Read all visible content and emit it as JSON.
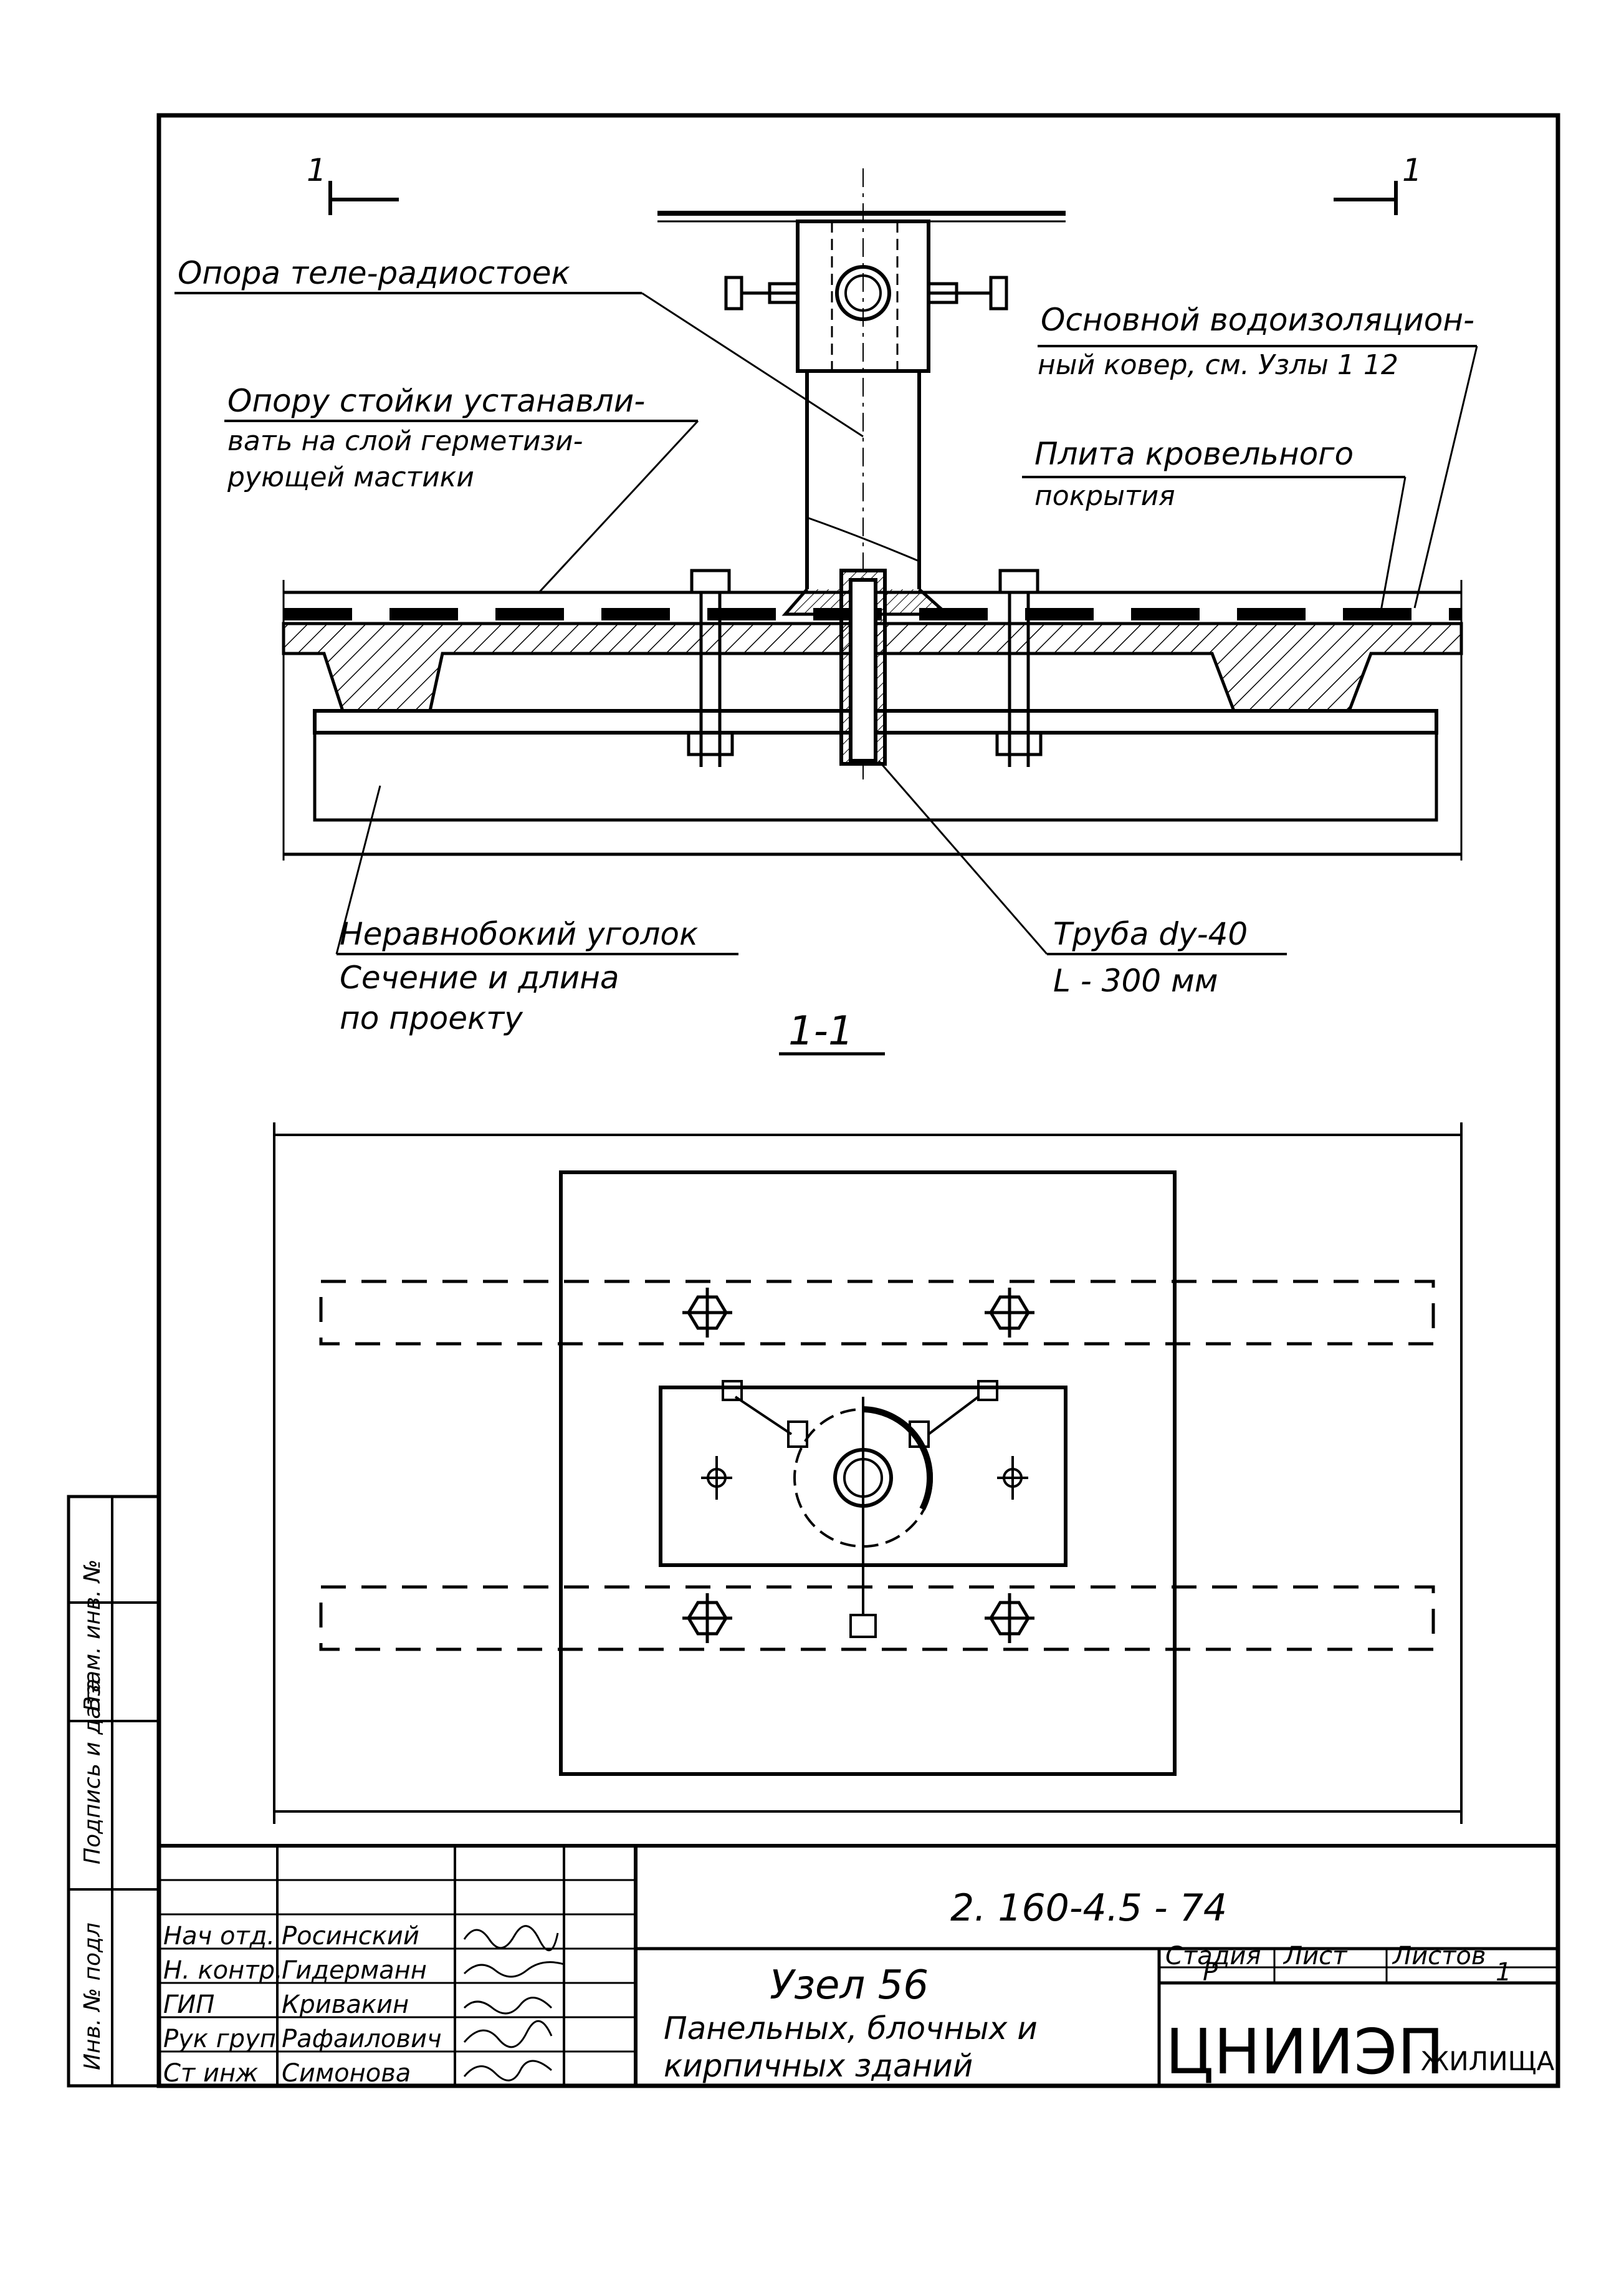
{
  "section_marks": {
    "left": "1",
    "right": "1"
  },
  "section_title": "1-1",
  "labels": {
    "support": "Опора теле-радиостоек",
    "mount_line1": "Опору стойки устанавли-",
    "mount_line2": "вать на слой герметизи-",
    "mount_line3": "рующей мастики",
    "carpet_line1": "Основной водоизоляцион-",
    "carpet_line2": "ный ковер, см. Узлы 1  12",
    "slab_line1": "Плита кровельного",
    "slab_line2": "покрытия",
    "angle_line1": "Неравнобокий уголок",
    "angle_line2": "Сечение и длина",
    "angle_line3": "по проекту",
    "pipe_line1": "Труба dу-40",
    "pipe_line2": "L - 300 мм"
  },
  "side_stamp": {
    "c1": "Инв. № подл",
    "c2": "Подпись и дата",
    "c3": "Взам. инв. №"
  },
  "title_block": {
    "doc_code": "2. 160-4.5  - 74",
    "title_line1": "Узел  56",
    "title_line2": "Панельных,  блочных и",
    "title_line3": "кирпичных  зданий",
    "stage_header": "Стадия",
    "sheet_header": "Лист",
    "sheets_header": "Листов",
    "stage_value": "Р",
    "sheet_value": "",
    "sheets_value": "1",
    "org_logo": "ЦНИИЭП",
    "org_suffix": "ЖИЛИЩА",
    "staff": [
      {
        "role": "Нач отд.",
        "name": "Росинский"
      },
      {
        "role": "Н. контр.",
        "name": "Гидерманн"
      },
      {
        "role": "ГИП",
        "name": "Кривакин"
      },
      {
        "role": "Рук груп",
        "name": "Рафаилович"
      },
      {
        "role": "Ст инж",
        "name": "Симонова"
      }
    ]
  }
}
